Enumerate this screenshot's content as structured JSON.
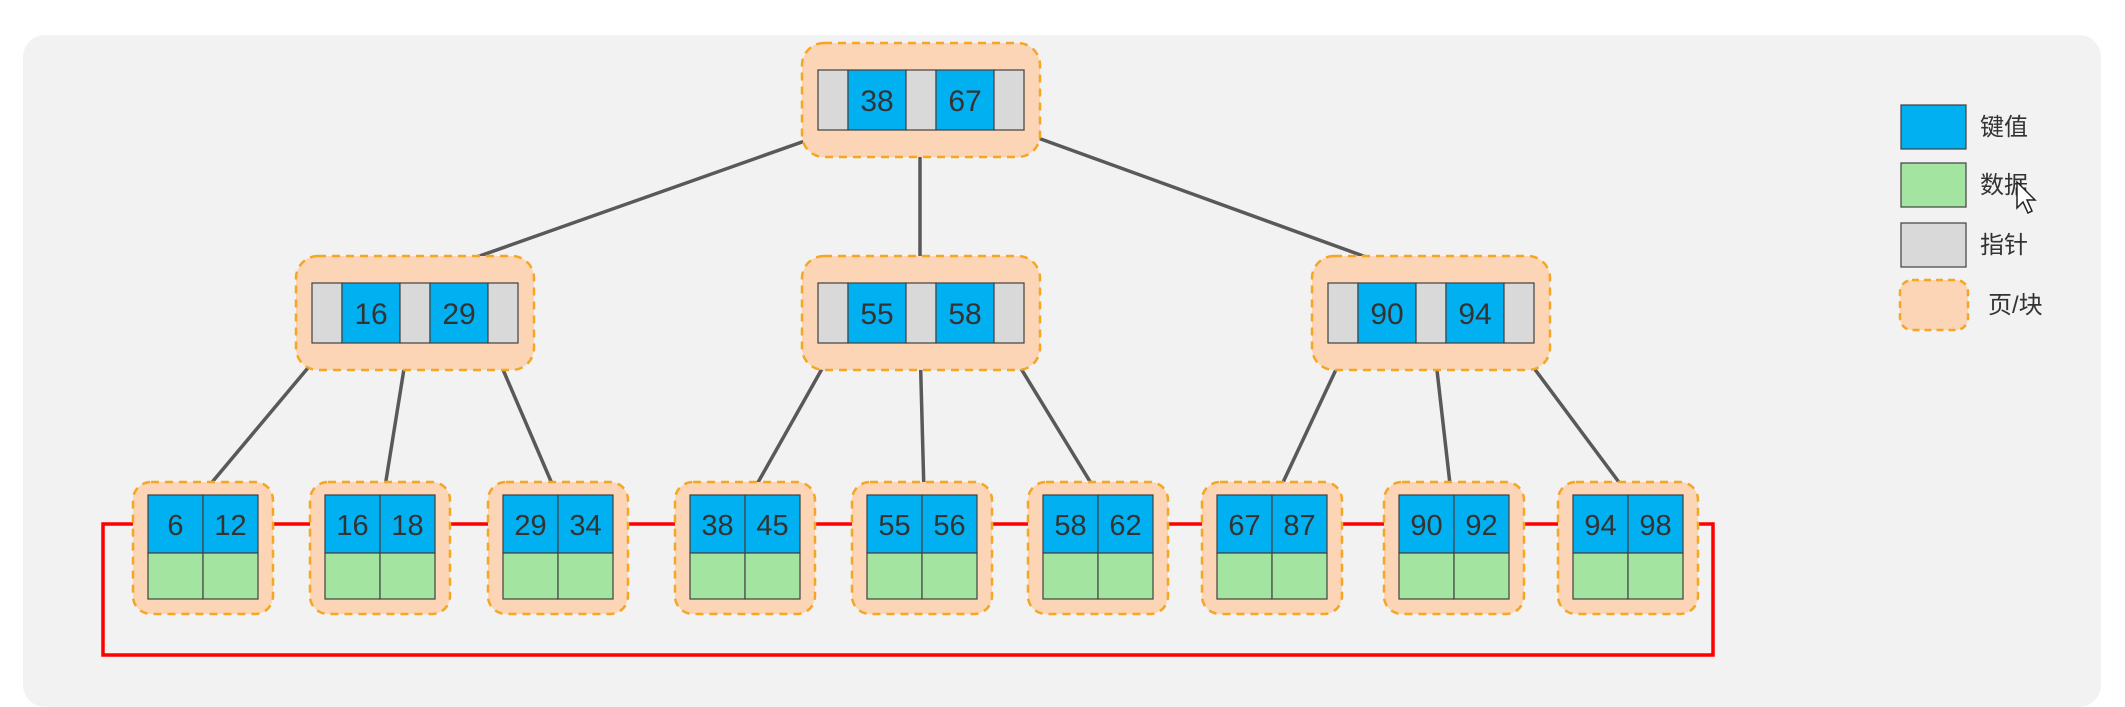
{
  "colors": {
    "key": "#00b0f0",
    "data": "#a3e4a0",
    "pointer": "#d9d9d9",
    "page_fill": "#fbd5b5",
    "page_border": "#f5a623",
    "arrow": "#595959",
    "leaf_link": "#ff0000",
    "text": "#333333"
  },
  "tree": {
    "root": {
      "keys": [
        "38",
        "67"
      ]
    },
    "internal": [
      {
        "keys": [
          "16",
          "29"
        ]
      },
      {
        "keys": [
          "55",
          "58"
        ]
      },
      {
        "keys": [
          "90",
          "94"
        ]
      }
    ],
    "leaves": [
      {
        "keys": [
          "6",
          "12"
        ]
      },
      {
        "keys": [
          "16",
          "18"
        ]
      },
      {
        "keys": [
          "29",
          "34"
        ]
      },
      {
        "keys": [
          "38",
          "45"
        ]
      },
      {
        "keys": [
          "55",
          "56"
        ]
      },
      {
        "keys": [
          "58",
          "62"
        ]
      },
      {
        "keys": [
          "67",
          "87"
        ]
      },
      {
        "keys": [
          "90",
          "92"
        ]
      },
      {
        "keys": [
          "94",
          "98"
        ]
      }
    ]
  },
  "legend": [
    {
      "label": "键值",
      "swatch": "key",
      "icon": "square-swatch"
    },
    {
      "label": "数据",
      "swatch": "data",
      "icon": "square-swatch"
    },
    {
      "label": "指针",
      "swatch": "pointer",
      "icon": "square-swatch"
    },
    {
      "label": "页/块",
      "swatch": "page",
      "icon": "dashed-rounded-swatch"
    }
  ],
  "cursor_icon": "mouse-pointer-icon"
}
